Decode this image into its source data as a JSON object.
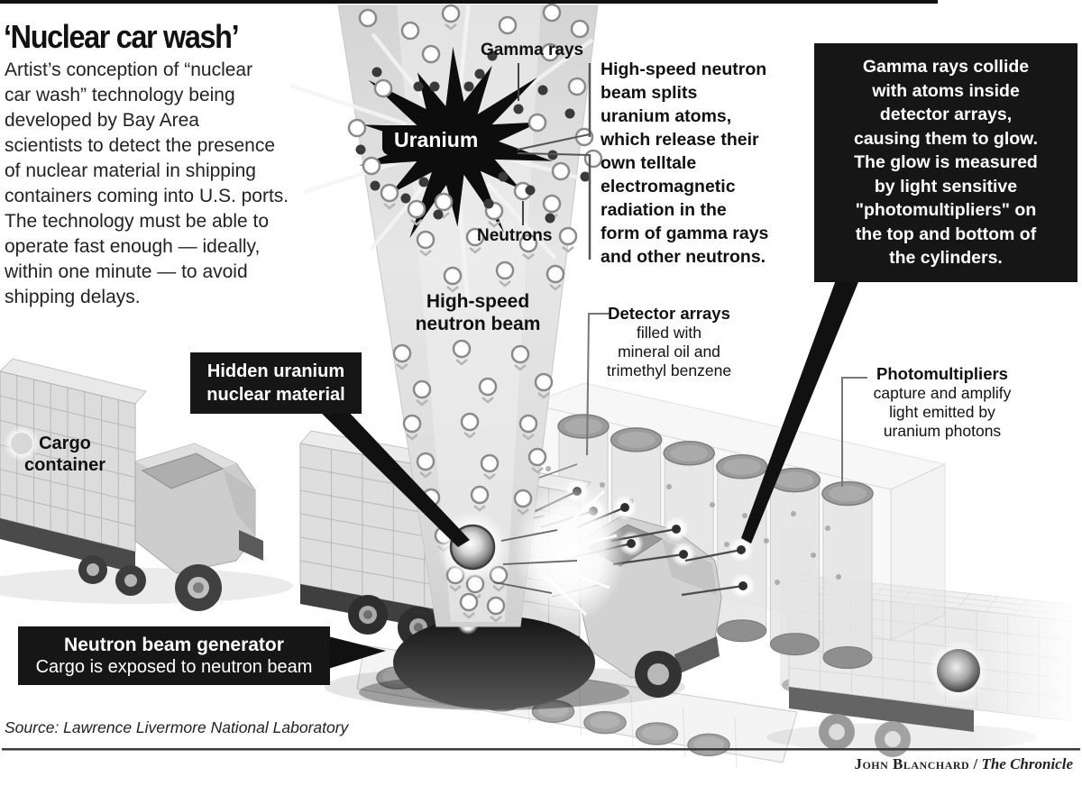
{
  "header": {
    "title": "‘Nuclear car wash’",
    "intro": "Artist’s conception of “nuclear\ncar wash” technology being\ndeveloped by Bay Area\nscientists to detect the presence\nof nuclear material in shipping\ncontainers coming into U.S. ports.\nThe technology must be able to\noperate fast enough — ideally,\nwithin one minute — to avoid\nshipping delays."
  },
  "diagram": {
    "gamma_rays_label": "Gamma rays",
    "neutrons_label": "Neutrons",
    "uranium_label": "Uranium",
    "beam_label": "High-speed\nneutron beam",
    "cargo_label": "Cargo\ncontainer"
  },
  "callouts": {
    "split_text": "High-speed neutron\nbeam splits\nuranium atoms,\nwhich release their\nown telltale\nelectromagnetic\nradiation in the\nform of gamma rays\nand other neutrons.",
    "glow_box_text": "Gamma rays collide\nwith atoms inside\ndetector arrays,\ncausing them to glow.\nThe glow is measured\nby light sensitive\n\"photomultipliers\" on\nthe top and bottom of\nthe cylinders.",
    "detector_heading": "Detector arrays",
    "detector_body": "filled with\nmineral oil and\ntrimethyl benzene",
    "photomultiplier_heading": "Photomultipliers",
    "photomultiplier_body": "capture and amplify\nlight emitted by\nuranium photons",
    "hidden_box_text": "Hidden uranium\nnuclear material",
    "generator_heading": "Neutron beam generator",
    "generator_body": "Cargo is exposed to neutron beam"
  },
  "footer": {
    "source": "Source: Lawrence Livermore National Laboratory",
    "credit_name": "John Blanchard",
    "credit_separator": " / ",
    "credit_publication": "The Chronicle"
  },
  "colors": {
    "callout_box_bg": "#161616",
    "callout_box_text": "#ffffff",
    "ink": "#1a1a1a"
  }
}
